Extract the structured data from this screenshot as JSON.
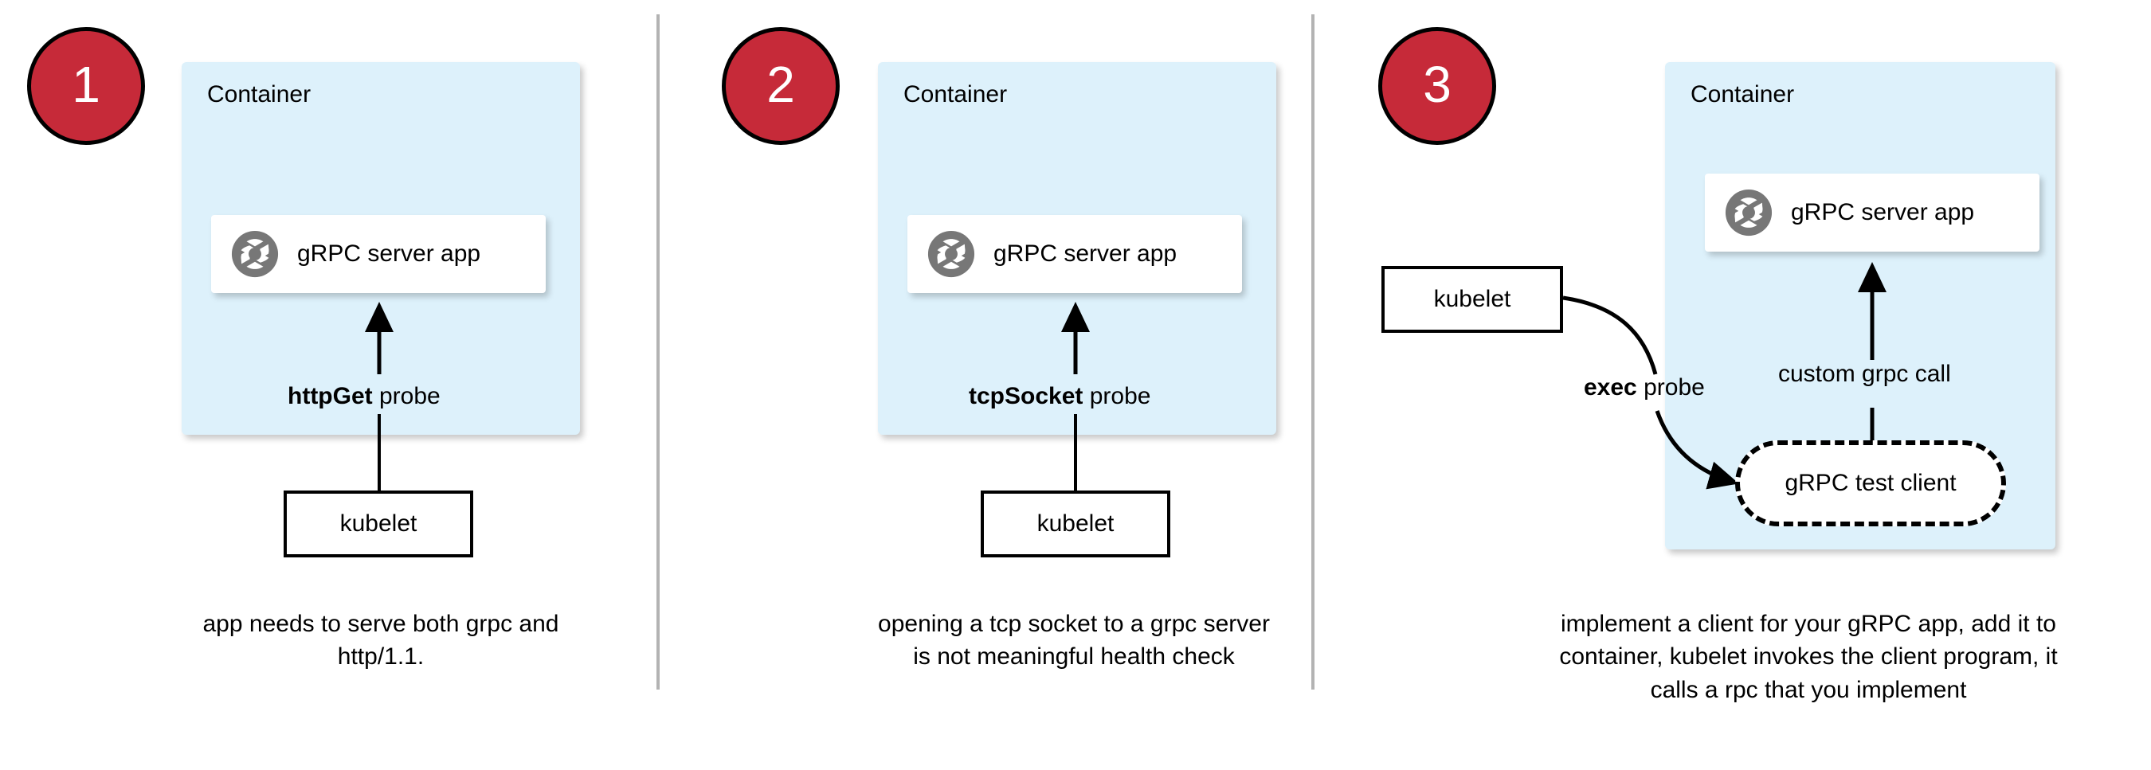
{
  "diagram": {
    "title": "Kubernetes gRPC health-check probe approaches",
    "colors": {
      "badge_fill": "#c62a39",
      "badge_stroke": "#000000",
      "badge_text": "#ffffff",
      "container_fill": "#ddf1fb",
      "card_fill": "#ffffff",
      "stroke": "#000000",
      "divider": "#b3b3b3",
      "grpc_icon": "#777777"
    },
    "panels": [
      {
        "badge": "1",
        "container_label": "Container",
        "app_label": "gRPC server app",
        "app_icon": "grpc-aperture-icon",
        "probe_label_bold": "httpGet",
        "probe_label_rest": " probe",
        "kubelet_label": "kubelet",
        "caption": "app needs to serve both grpc and http/1.1."
      },
      {
        "badge": "2",
        "container_label": "Container",
        "app_label": "gRPC server app",
        "app_icon": "grpc-aperture-icon",
        "probe_label_bold": "tcpSocket",
        "probe_label_rest": " probe",
        "kubelet_label": "kubelet",
        "caption": "opening a tcp socket to a grpc server is not meaningful health check"
      },
      {
        "badge": "3",
        "container_label": "Container",
        "app_label": "gRPC server app",
        "app_icon": "grpc-aperture-icon",
        "probe_label_bold": "exec",
        "probe_label_rest": " probe",
        "kubelet_label": "kubelet",
        "test_client_label": "gRPC test client",
        "call_label": "custom grpc call",
        "caption": "implement a client for your gRPC app, add it to container, kubelet invokes the client program, it calls a rpc that you implement"
      }
    ]
  }
}
